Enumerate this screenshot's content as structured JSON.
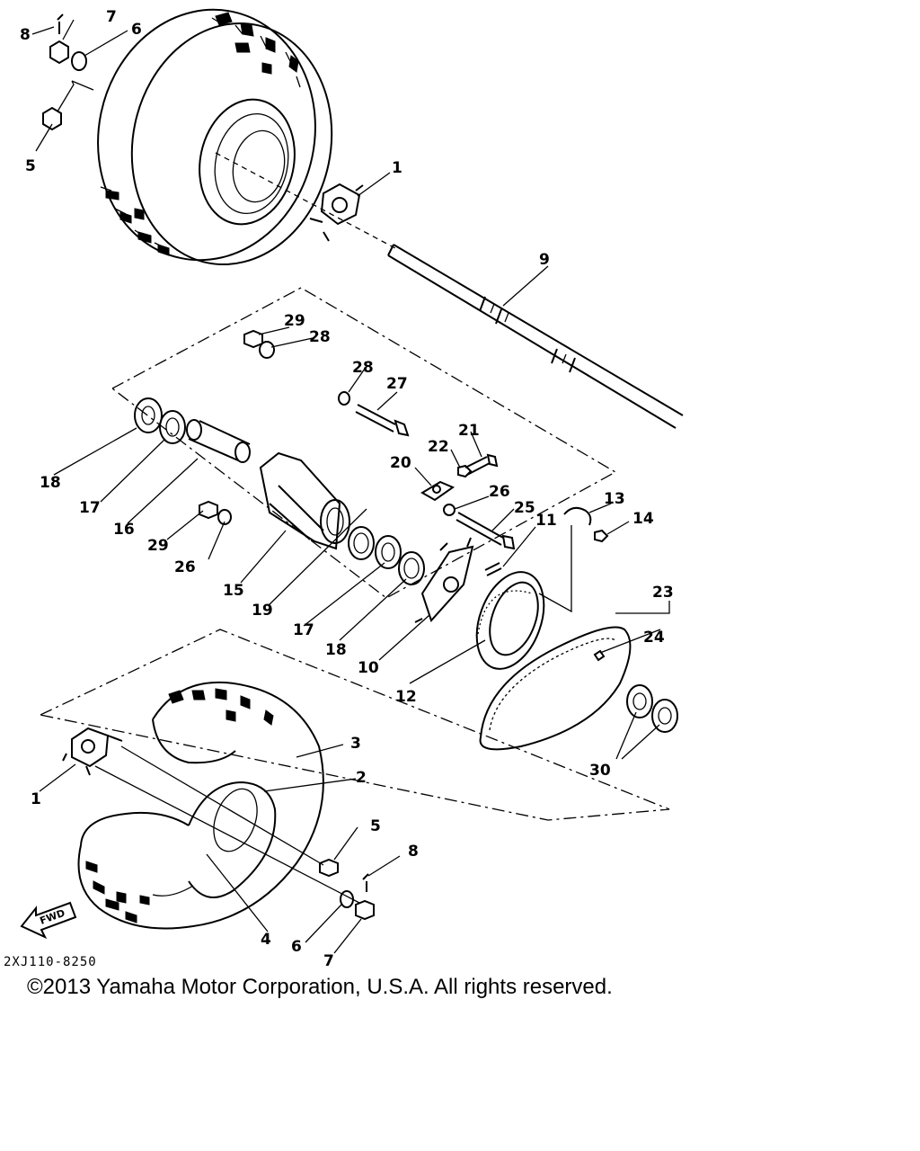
{
  "diagram": {
    "code": "2XJ110-8250",
    "copyright": "©2013 Yamaha Motor Corporation, U.S.A. All rights reserved.",
    "fwd_label": "FWD",
    "callouts": {
      "c1a": "1",
      "c1b": "1",
      "c2": "2",
      "c3": "3",
      "c4": "4",
      "c5a": "5",
      "c5b": "5",
      "c6a": "6",
      "c6b": "6",
      "c7a": "7",
      "c7b": "7",
      "c8a": "8",
      "c8b": "8",
      "c9": "9",
      "c10": "10",
      "c11": "11",
      "c12": "12",
      "c13": "13",
      "c14": "14",
      "c15": "15",
      "c16": "16",
      "c17a": "17",
      "c17b": "17",
      "c18a": "18",
      "c18b": "18",
      "c19": "19",
      "c20": "20",
      "c21": "21",
      "c22": "22",
      "c23": "23",
      "c24": "24",
      "c25": "25",
      "c26a": "26",
      "c26b": "26",
      "c27": "27",
      "c28a": "28",
      "c28b": "28",
      "c29a": "29",
      "c29b": "29",
      "c30": "30"
    }
  }
}
